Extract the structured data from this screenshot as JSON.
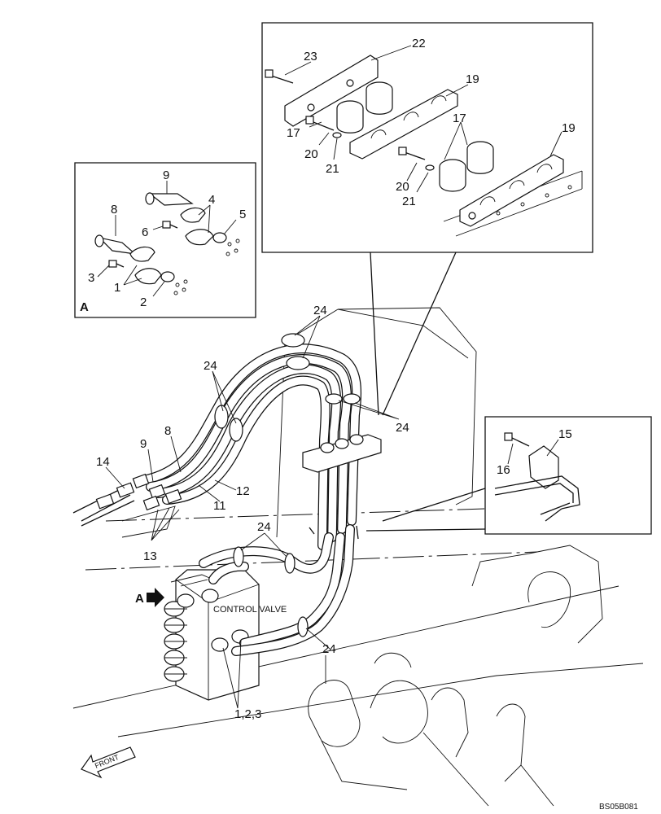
{
  "callouts": {
    "c1": "1",
    "c2": "2",
    "c3": "3",
    "c4": "4",
    "c5": "5",
    "c6": "6",
    "c8a": "8",
    "c9a": "9",
    "c8": "8",
    "c9": "9",
    "c11": "11",
    "c12": "12",
    "c13": "13",
    "c14": "14",
    "c15": "15",
    "c16": "16",
    "c17a": "17",
    "c17b": "17",
    "c19a": "19",
    "c19b": "19",
    "c20a": "20",
    "c20b": "20",
    "c21a": "21",
    "c21b": "21",
    "c22": "22",
    "c23": "23",
    "c24a": "24",
    "c24b": "24",
    "c24c": "24",
    "c24d": "24",
    "c24e": "24",
    "c123": "1,2,3"
  },
  "detail_a": {
    "label": "A"
  },
  "arrow_a": {
    "label": "A"
  },
  "control_valve": {
    "label": "CONTROL VALVE"
  },
  "front": {
    "label": "FRONT"
  },
  "ref_code": "BS05B081"
}
